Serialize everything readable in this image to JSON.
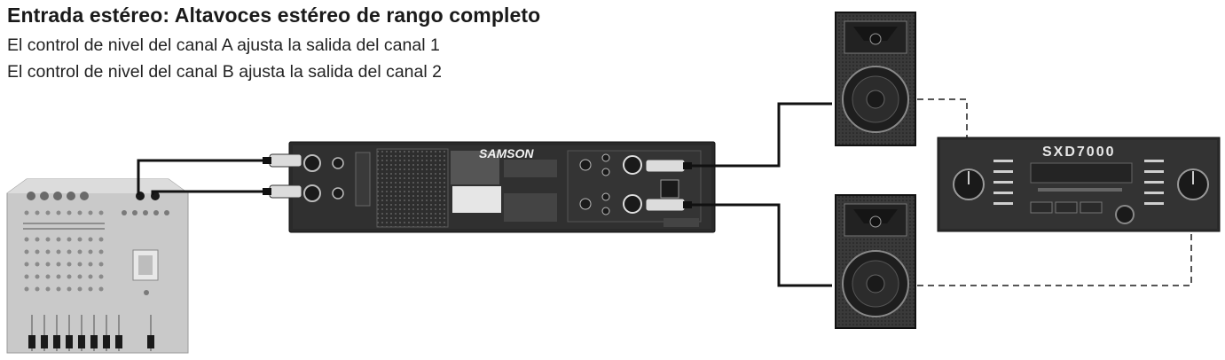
{
  "title": "Entrada estéreo: Altavoces estéreo de rango completo",
  "lines": [
    "El control de nivel del canal A ajusta la salida del canal 1",
    "El control de nivel del canal B ajusta la salida del canal 2"
  ],
  "amp_rear": {
    "brand": "SAMSON"
  },
  "amp_front": {
    "model": "SXD7000"
  },
  "colors": {
    "device": "#2b2b2b",
    "mixer": "#cfcfcf",
    "cable": "#111111",
    "dashed": "#555555"
  }
}
